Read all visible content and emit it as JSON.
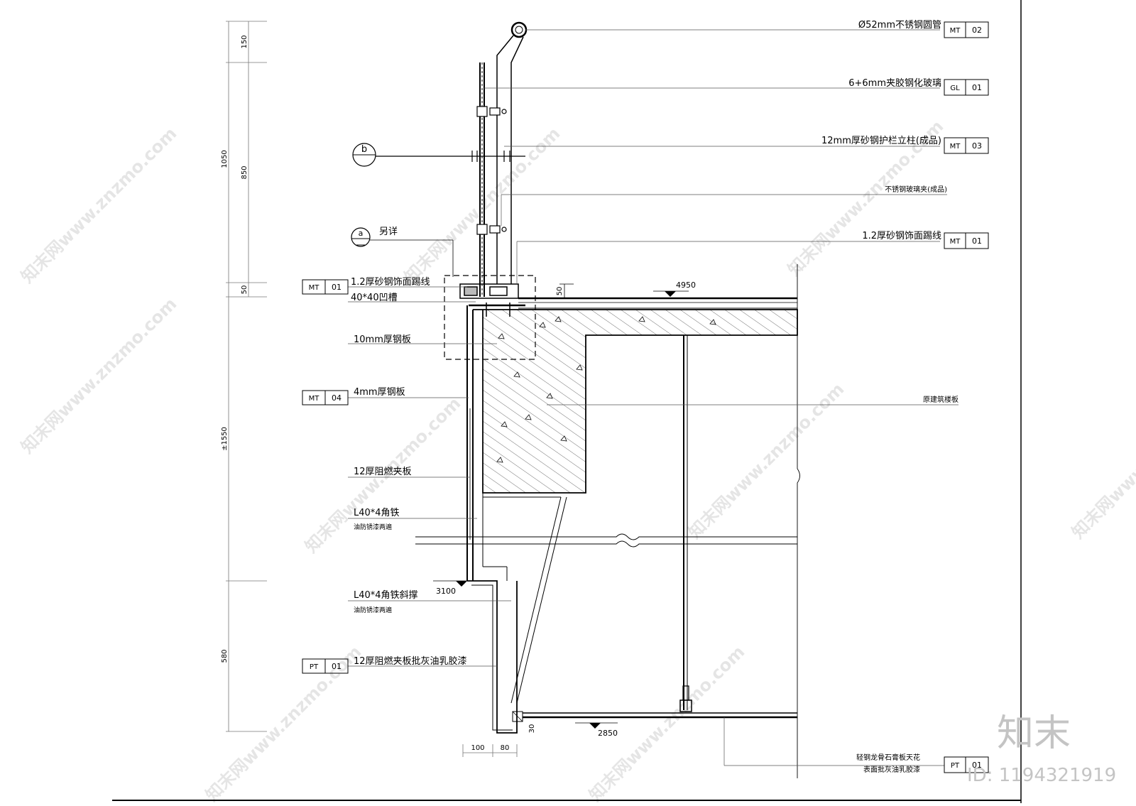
{
  "callouts": [
    {
      "text": "Ø52mm不锈钢圆管",
      "code": "MT",
      "num": "02"
    },
    {
      "text": "6+6mm夹胶钢化玻璃",
      "code": "GL",
      "num": "01"
    },
    {
      "text": "12mm厚砂钢护栏立柱(成品)",
      "code": "MT",
      "num": "03"
    },
    {
      "text": "不锈钢玻璃夹(成品)",
      "code": "",
      "num": ""
    },
    {
      "text": "1.2厚砂钢饰面踢线",
      "code": "MT",
      "num": "01"
    }
  ],
  "left_callouts": [
    {
      "text": "1.2厚砂钢饰面踢线",
      "code": "MT",
      "num": "01"
    },
    {
      "text": "40*40凹槽",
      "code": "",
      "num": ""
    },
    {
      "text": "10mm厚钢板",
      "code": "",
      "num": ""
    },
    {
      "text": "4mm厚钢板",
      "code": "MT",
      "num": "04"
    },
    {
      "text": "12厚阻燃夹板",
      "sub": "",
      "code": "",
      "num": ""
    },
    {
      "text": "L40*4角铁",
      "sub": "油防锈漆两遍",
      "code": "",
      "num": ""
    },
    {
      "text": "L40*4角铁斜撑",
      "sub": "油防锈漆两遍",
      "code": "",
      "num": ""
    },
    {
      "text": "12厚阻燃夹板批灰油乳胶漆",
      "code": "PT",
      "num": "01"
    }
  ],
  "slab_label": "原建筑楼板",
  "ceiling_label_1": "轻钢龙骨石膏板天花",
  "ceiling_label_2": "表面批灰油乳胶漆",
  "ceiling_code": "PT",
  "ceiling_num": "01",
  "detail_a": "a",
  "detail_a_note": "另详",
  "detail_b": "b",
  "dims_vertical": [
    "150",
    "850",
    "1050",
    "50",
    "±1550",
    "580"
  ],
  "dims_horizontal": [
    "100",
    "80"
  ],
  "levels": [
    "4950",
    "3100",
    "2850"
  ],
  "small_dims": [
    "50",
    "30"
  ],
  "brand": "知末",
  "image_id": "ID: 1194321919",
  "watermark": "知末网www.znzmo.com"
}
